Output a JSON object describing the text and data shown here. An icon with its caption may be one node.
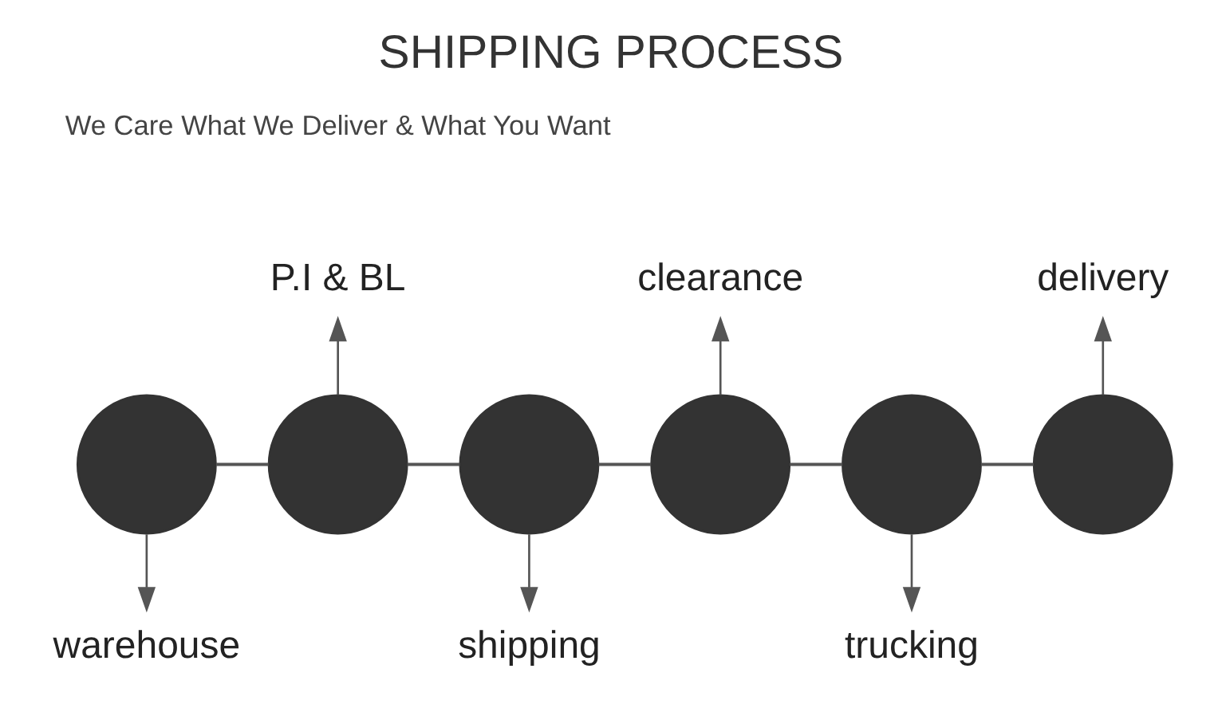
{
  "diagram": {
    "title": "SHIPPING PROCESS",
    "nodes": [
      {
        "text": [],
        "shape": "circle"
      },
      {
        "text": [],
        "shape": "circle"
      },
      {
        "text": [],
        "shape": "circle"
      },
      {
        "text": [],
        "shape": "circle"
      },
      {
        "text": [],
        "shape": "circle"
      },
      {
        "text": [],
        "shape": "circle"
      },
      {
        "text": [
          "P.I & BL"
        ]
      },
      {
        "text": [
          "clearance"
        ]
      },
      {
        "text": [
          "delivery"
        ]
      },
      {
        "text": [
          "warehouse"
        ]
      },
      {
        "text": [
          "shipping"
        ]
      },
      {
        "text": [
          "trucking"
        ]
      }
    ],
    "edges": [
      {
        "from": 0,
        "to": 1,
        "arrow": "none"
      },
      {
        "from": 1,
        "to": 2,
        "arrow": "none"
      },
      {
        "from": 2,
        "to": 3,
        "arrow": "none"
      },
      {
        "from": 3,
        "to": 4,
        "arrow": "none"
      },
      {
        "from": 4,
        "to": 5,
        "arrow": "none"
      },
      {
        "from": 0,
        "to": 9,
        "arrow": "to"
      },
      {
        "from": 1,
        "to": 6,
        "arrow": "to"
      },
      {
        "from": 2,
        "to": 10,
        "arrow": "to"
      },
      {
        "from": 3,
        "to": 7,
        "arrow": "to"
      },
      {
        "from": 4,
        "to": 11,
        "arrow": "to"
      },
      {
        "from": 5,
        "to": 8,
        "arrow": "to"
      }
    ],
    "labels": [
      "We Care What We Deliver & What You Want"
    ]
  }
}
